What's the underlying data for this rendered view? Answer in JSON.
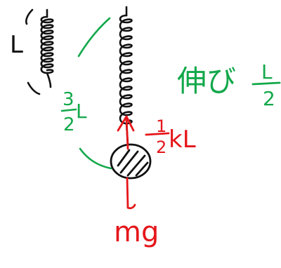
{
  "colors": {
    "ink": "#111111",
    "green": "#12a84a",
    "red": "#e5161a"
  },
  "labels": {
    "natural_length": "L",
    "stretched_length_num": "3",
    "stretched_length_den": "2",
    "stretched_length_var": "L",
    "extension_kanji": "伸び",
    "extension_num": "L",
    "extension_den": "2",
    "spring_force_num": "1",
    "spring_force_den": "2",
    "spring_force_var": "kL",
    "weight": "mg"
  }
}
